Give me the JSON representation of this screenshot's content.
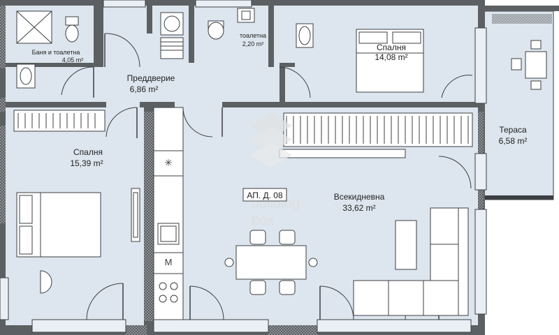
{
  "rooms": {
    "bath": {
      "name": "Баня и тоалетна",
      "area": "4,05 m²"
    },
    "toilet": {
      "name": "тоалетна",
      "area": "2,20 m²"
    },
    "hall": {
      "name": "Преддверие",
      "area": "6,86 m²"
    },
    "bedroom_top": {
      "name": "Спалня",
      "area": "14,08 m²"
    },
    "bedroom_left": {
      "name": "Спалня",
      "area": "15,39  m²"
    },
    "terrace": {
      "name": "Тераса",
      "area": "6,58 m²"
    },
    "living": {
      "name": "Всекидневна",
      "area": "33,62 m²"
    }
  },
  "apartment_id": "АП. Д. 08",
  "watermark": {
    "line1": "building",
    "line2": "box"
  },
  "colors": {
    "floor": "#dde6ee",
    "wall": "#5d6063",
    "furniture_stroke": "#3c3f42"
  },
  "icons": [
    "door-swing-icon",
    "bed-icon",
    "toilet-icon",
    "sink-icon",
    "shower-icon",
    "washing-machine-icon",
    "stove-icon",
    "dining-table-icon",
    "sofa-icon",
    "wardrobe-icon"
  ]
}
